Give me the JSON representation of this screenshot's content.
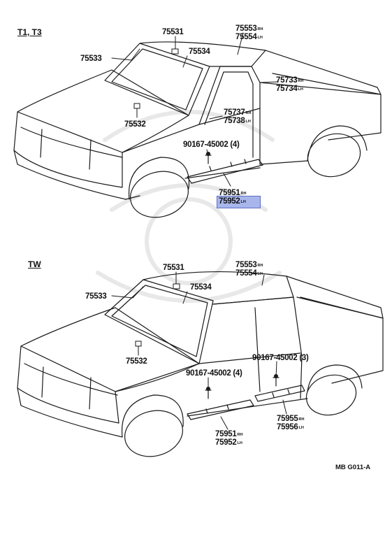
{
  "diagram": {
    "drawing_code": "MB G011-A",
    "upper": {
      "title": "T1, T3",
      "labels": {
        "p75531": "75531",
        "p75533": "75533",
        "p75534": "75534",
        "p75532": "75532",
        "p75553": "75553",
        "p75553_sfx": "RH",
        "p75554": "75554",
        "p75554_sfx": "LH",
        "p75733": "75733",
        "p75733_sfx": "RH",
        "p75734": "75734",
        "p75734_sfx": "LH",
        "p75737": "75737",
        "p75737_sfx": "RH",
        "p75738": "75738",
        "p75738_sfx": "LH",
        "p90167": "90167-45002",
        "p90167_qty": "(4)",
        "p75951": "75951",
        "p75951_sfx": "RH",
        "p75952": "75952",
        "p75952_sfx": "LH"
      }
    },
    "lower": {
      "title": "TW",
      "labels": {
        "p75531": "75531",
        "p75533": "75533",
        "p75534": "75534",
        "p75532": "75532",
        "p75553": "75553",
        "p75553_sfx": "RH",
        "p75554": "75554",
        "p75554_sfx": "LH",
        "p90167a": "90167-45002",
        "p90167a_qty": "(3)",
        "p90167b": "90167-45002",
        "p90167b_qty": "(4)",
        "p75951": "75951",
        "p75951_sfx": "RH",
        "p75952": "75952",
        "p75952_sfx": "LH",
        "p75955": "75955",
        "p75955_sfx": "RH",
        "p75956": "75956",
        "p75956_sfx": "LH"
      }
    },
    "highlighted_part": "75952"
  }
}
